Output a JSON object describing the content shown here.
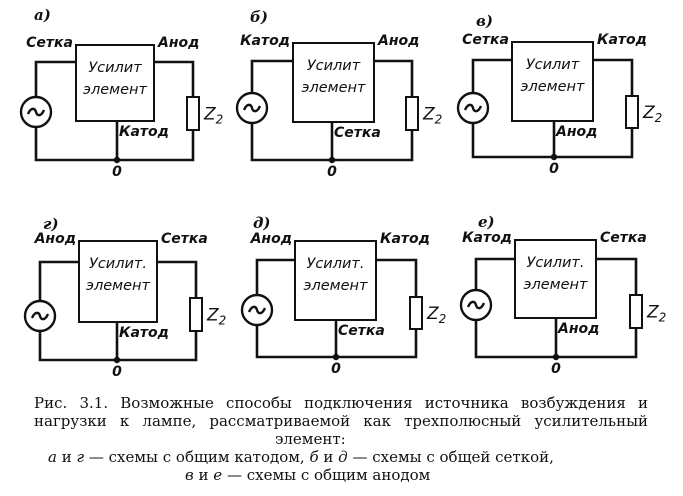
{
  "figure": {
    "box_text": [
      "Усилит",
      "элемент"
    ],
    "box_text_bottom_row": [
      "Усилит.",
      "элемент"
    ],
    "load_label": "Z",
    "load_subscript": "2",
    "ground_label": "0",
    "panels": [
      {
        "id": "a",
        "letter": "а)",
        "left_terminal": "Сетка",
        "right_terminal": "Анод",
        "bottom_terminal": "Катод",
        "ground": "0"
      },
      {
        "id": "b",
        "letter": "б)",
        "left_terminal": "Катод",
        "right_terminal": "Анод",
        "bottom_terminal": "Сетка",
        "ground": "0"
      },
      {
        "id": "v",
        "letter": "в)",
        "left_terminal": "Сетка",
        "right_terminal": "Катод",
        "bottom_terminal": "Анод",
        "ground": "0"
      },
      {
        "id": "g",
        "letter": "г)",
        "left_terminal": "Анод",
        "right_terminal": "Сетка",
        "bottom_terminal": "Катод",
        "ground": "0"
      },
      {
        "id": "d",
        "letter": "д)",
        "left_terminal": "Анод",
        "right_terminal": "Катод",
        "bottom_terminal": "Сетка",
        "ground": "0"
      },
      {
        "id": "e",
        "letter": "е)",
        "left_terminal": "Катод",
        "right_terminal": "Сетка",
        "bottom_terminal": "Анод",
        "ground": "0"
      }
    ]
  },
  "caption": {
    "line1": "Рис. 3.1. Возможные способы подключения источника возбуждения и",
    "line2": "нагрузки к лампе, рассматриваемой как трехполюсный усилительный",
    "line3": "элемент:",
    "line4_a": "а",
    "line4_and1": " и ",
    "line4_g": "г",
    "line4_text1": " — схемы с общим катодом, ",
    "line4_b": "б",
    "line4_and2": " и ",
    "line4_d": "д",
    "line4_text2": " — схемы с общей сеткой,",
    "line5_v": "в",
    "line5_and": " и ",
    "line5_e": "е",
    "line5_text": " — схемы с общим анодом"
  }
}
